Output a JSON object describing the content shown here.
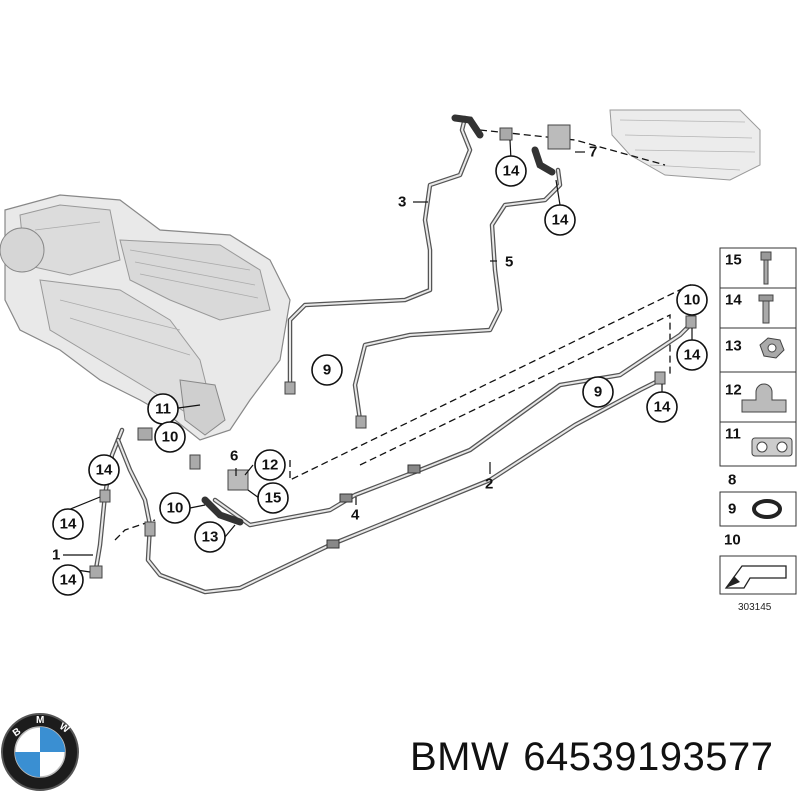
{
  "callouts": [
    "1",
    "2",
    "3",
    "4",
    "5",
    "6",
    "7",
    "9",
    "10",
    "11",
    "12",
    "13",
    "14",
    "15"
  ],
  "legend": {
    "items": [
      "15",
      "14",
      "13",
      "12",
      "11",
      "8",
      "9",
      "10"
    ]
  },
  "diagram_code": "303145",
  "brand": {
    "logo_text": "BMW",
    "name": "BMW",
    "part_number": "64539193577"
  }
}
